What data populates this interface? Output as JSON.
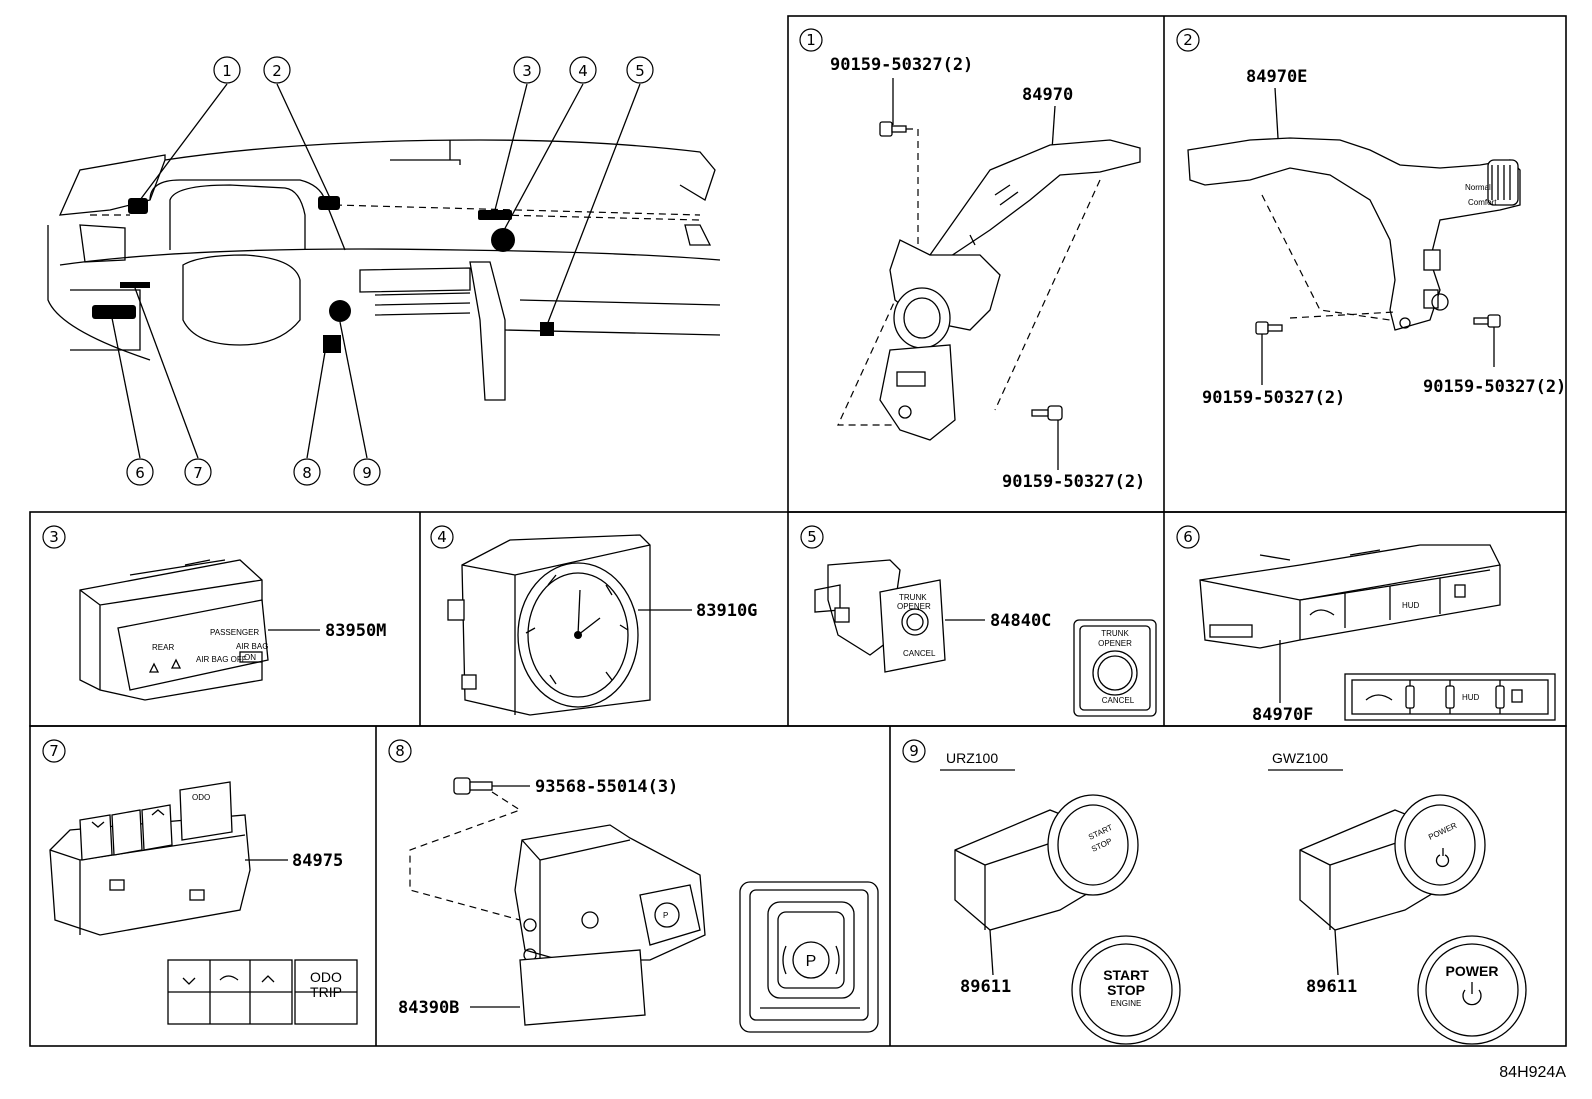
{
  "callouts": [
    "1",
    "2",
    "3",
    "4",
    "5",
    "6",
    "7",
    "8",
    "9"
  ],
  "panel1": {
    "index": "1",
    "part": "84970",
    "bolt_top": "90159-50327(2)",
    "bolt_bottom": "90159-50327(2)"
  },
  "panel2": {
    "index": "2",
    "part": "84970E",
    "bolt_left": "90159-50327(2)",
    "bolt_right": "90159-50327(2)"
  },
  "panel3": {
    "index": "3",
    "part": "83950M",
    "label_rear": "REAR",
    "label_passenger": "PASSENGER",
    "label_airbag_off": "AIR BAG OFF",
    "label_airbag_on_top": "AIR BAG",
    "label_airbag_on": "ON"
  },
  "panel4": {
    "index": "4",
    "part": "83910G"
  },
  "panel5": {
    "index": "5",
    "part": "84840C",
    "label_trunk": "TRUNK",
    "label_opener": "OPENER",
    "label_cancel": "CANCEL"
  },
  "panel6": {
    "index": "6",
    "part": "84970F",
    "label_hud": "HUD"
  },
  "panel7": {
    "index": "7",
    "part": "84975",
    "label_odo": "ODO",
    "label_trip": "TRIP"
  },
  "panel8": {
    "index": "8",
    "part": "84390B",
    "bolt": "93568-55014(3)",
    "label_p": "P"
  },
  "panel9": {
    "index": "9",
    "left_model": "URZ100",
    "right_model": "GWZ100",
    "left_part": "89611",
    "right_part": "89611",
    "label_start": "START",
    "label_stop": "STOP",
    "label_engine": "ENGINE",
    "label_power": "POWER"
  },
  "reference": "84H924A"
}
